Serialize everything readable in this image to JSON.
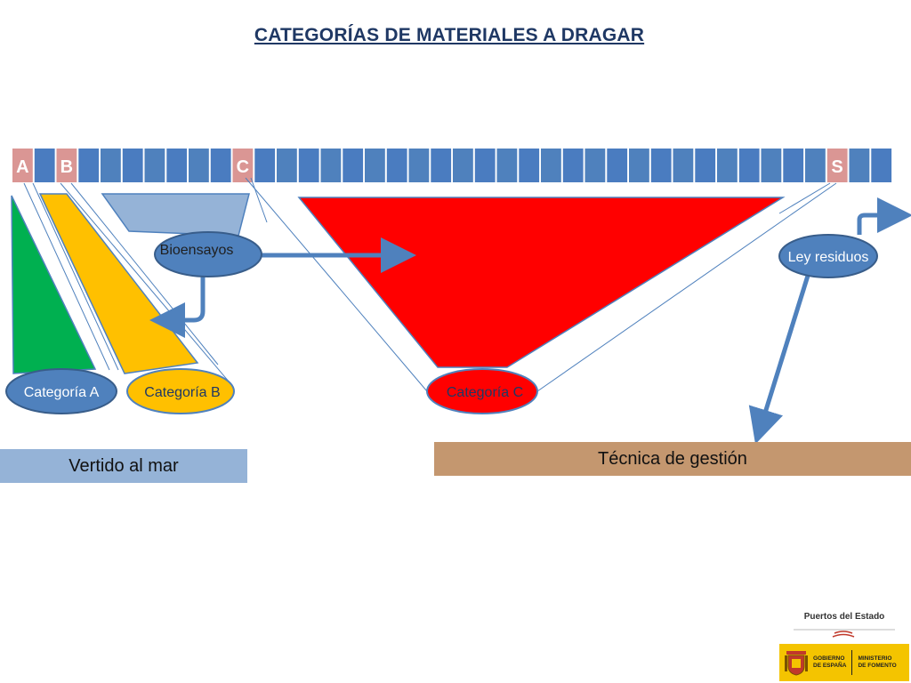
{
  "title": "CATEGORÍAS DE MATERIALES A DRAGAR",
  "bar": {
    "cells": 40,
    "labels": [
      {
        "index": 0,
        "text": "A"
      },
      {
        "index": 2,
        "text": "B"
      },
      {
        "index": 10,
        "text": "C"
      },
      {
        "index": 37,
        "text": "S"
      }
    ]
  },
  "bubbles": {
    "bioensayos": "Bioensayos",
    "ley_residuos": "Ley residuos",
    "categoria_a": "Categoría A",
    "categoria_b": "Categoría B",
    "categoria_c": "Categoría C"
  },
  "boxes": {
    "vertido": "Vertido al mar",
    "tecnica": "Técnica de gestión"
  },
  "logo": {
    "puertos": "Puertos del Estado",
    "gobierno_line1": "GOBIERNO",
    "gobierno_line2": "DE ESPAÑA",
    "ministerio_line1": "MINISTERIO",
    "ministerio_line2": "DE FOMENTO"
  },
  "colors": {
    "bar_cell": "#4f81bd",
    "bar_highlight": "#da9694",
    "ellipse": "#4f81bd",
    "green": "#00b050",
    "yellow": "#ffc000",
    "red": "#ff0000",
    "light_blue": "#95b3d7",
    "tan": "#c4976f"
  }
}
